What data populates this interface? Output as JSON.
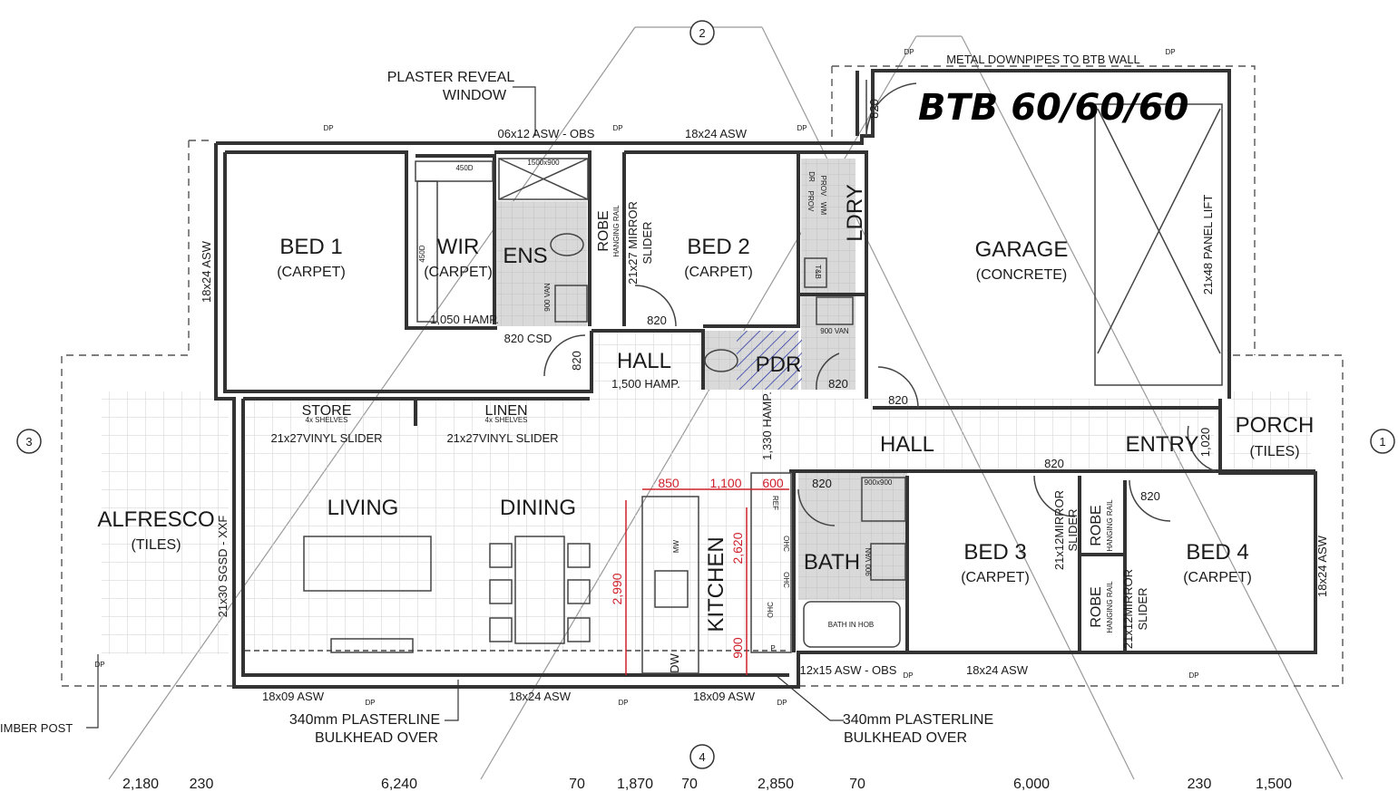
{
  "title": "BTB 60/60/60",
  "grid_markers": {
    "top": "2",
    "bottom": "4",
    "left": "3",
    "right": "1"
  },
  "rooms": {
    "bed1": {
      "name": "BED 1",
      "finish": "(CARPET)"
    },
    "wir": {
      "name": "WIR",
      "finish": "(CARPET)"
    },
    "ens": {
      "name": "ENS"
    },
    "bed2": {
      "name": "BED 2",
      "finish": "(CARPET)"
    },
    "ldry": {
      "name": "LDRY"
    },
    "garage": {
      "name": "GARAGE",
      "finish": "(CONCRETE)"
    },
    "hall_top": {
      "name": "HALL"
    },
    "pdr": {
      "name": "PDR"
    },
    "store": {
      "name": "STORE",
      "detail": "4x SHELVES"
    },
    "linen": {
      "name": "LINEN",
      "detail": "4x SHELVES"
    },
    "living": {
      "name": "LIVING"
    },
    "dining": {
      "name": "DINING"
    },
    "kitchen": {
      "name": "KITCHEN"
    },
    "bath": {
      "name": "BATH"
    },
    "bed3": {
      "name": "BED 3",
      "finish": "(CARPET)"
    },
    "bed4": {
      "name": "BED 4",
      "finish": "(CARPET)"
    },
    "hall_main": {
      "name": "HALL"
    },
    "entry": {
      "name": "ENTRY"
    },
    "porch": {
      "name": "PORCH",
      "finish": "(TILES)"
    },
    "alfresco": {
      "name": "ALFRESCO",
      "finish": "(TILES)"
    }
  },
  "labels": {
    "plaster_reveal_1": "PLASTER REVEAL",
    "plaster_reveal_2": "WINDOW",
    "metal_downpipes": "METAL DOWNPIPES TO BTB WALL",
    "win_06x12": "06x12 ASW - OBS",
    "win_18x24_top": "18x24 ASW",
    "win_18x24_left": "18x24 ASW",
    "win_18x24_right": "18x24 ASW",
    "win_18x24_bottom_mid": "18x24 ASW",
    "win_18x24_bottom_right": "18x24 ASW",
    "win_18x09_left": "18x09 ASW",
    "win_18x09_right": "18x09 ASW",
    "win_12x15": "12x15 ASW - OBS",
    "sgsd": "21x30 SGSD - XXF",
    "panel_lift": "21x48 PANEL LIFT",
    "robe_bed2": "ROBE",
    "robe_bed2_rail": "HANGING RAIL",
    "mirror_bed2_1": "21x27 MIRROR",
    "mirror_bed2_2": "SLIDER",
    "vinyl_store": "21x27VINYL SLIDER",
    "vinyl_linen": "21x27VINYL SLIDER",
    "robe_bed3": "ROBE",
    "robe_bed3_rail": "HANGING RAIL",
    "mirror_bed3_1": "21x12MIRROR",
    "mirror_bed3_2": "SLIDER",
    "robe_bed4": "ROBE",
    "robe_bed4_rail": "HANGING RAIL",
    "mirror_bed4_1": "21x12MIRROR",
    "mirror_bed4_2": "SLIDER",
    "bulkhead_left_1": "340mm PLASTERLINE",
    "bulkhead_left_2": "BULKHEAD OVER",
    "bulkhead_right_1": "340mm PLASTERLINE",
    "bulkhead_right_2": "BULKHEAD OVER",
    "timber_post": "IMBER POST",
    "hamp_1050": "1,050 HAMP.",
    "hamp_1500": "1,500 HAMP.",
    "hamp_1330": "1,330 HAMP.",
    "csd_820": "820 CSD",
    "shower_1500": "1500x900",
    "shower_900": "900x900",
    "van_900_ens": "900 VAN",
    "van_900_ldry": "900 VAN",
    "van_900_bath": "900 VAN",
    "bath_in_hob": "BATH IN HOB",
    "wm_1": "DR",
    "wm_2": "WM",
    "wm_3": "PROV",
    "wm_4": "PROV",
    "trough": "T&B",
    "d450": "450D",
    "d450_v": "450D",
    "mw": "MW",
    "dw": "DW",
    "ref": "REF",
    "ohc_1": "OHC",
    "ohc_2": "OHC",
    "ohc_3": "OHC",
    "pantry": "P",
    "door_820": "820",
    "dp": "DP"
  },
  "dimensions": {
    "d850": "850",
    "d1100": "1,100",
    "d600": "600",
    "d2990": "2,990",
    "d2620": "2,620",
    "d900": "900",
    "d1020": "1,020"
  },
  "bottom_dimensions": [
    "2,180",
    "230",
    "6,240",
    "70",
    "1,870",
    "70",
    "2,850",
    "70",
    "6,000",
    "230",
    "1,500"
  ],
  "colors": {
    "dimension": "#d0202a",
    "pdr_hatch": "#2d3aa8",
    "tile": "#d4d4d4",
    "wall": "#333333"
  }
}
